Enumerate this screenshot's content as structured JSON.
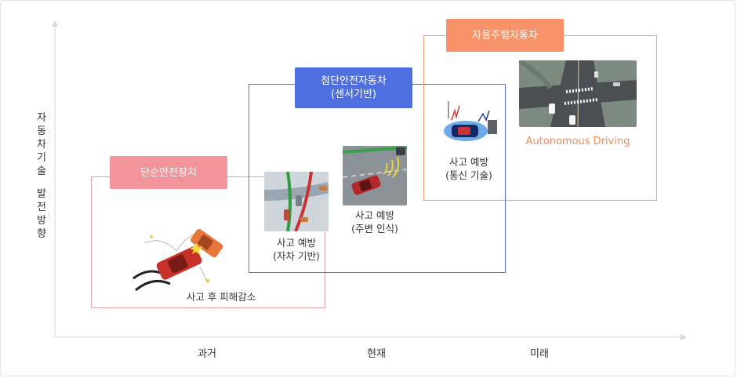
{
  "y_axis": {
    "label_top": [
      "자",
      "동",
      "차",
      "기",
      "술"
    ],
    "label_bottom": [
      "발",
      "전",
      "방",
      "향"
    ]
  },
  "x_axis": {
    "labels": [
      "과거",
      "현재",
      "미래"
    ]
  },
  "stages": [
    {
      "title": "단순안전장치",
      "color": "#f3949b",
      "items": [
        {
          "caption": "사고 후 피해감소"
        }
      ]
    },
    {
      "title_line1": "첨단안전자동차",
      "title_line2": "(센서기반)",
      "color": "#4e6fe0",
      "items": [
        {
          "caption_line1": "사고 예방",
          "caption_line2": "(자차 기반)"
        },
        {
          "caption_line1": "사고 예방",
          "caption_line2": "(주변 인식)"
        }
      ]
    },
    {
      "title": "자율주행자동차",
      "color": "#f7936b",
      "items": [
        {
          "caption_line1": "사고 예방",
          "caption_line2": "(통신 기술)"
        },
        {
          "caption": "Autonomous Driving",
          "caption_color": "#f08a5d"
        }
      ]
    }
  ],
  "colors": {
    "axis": "#d8d8d8",
    "stage1_border": "#e7a0a4",
    "stage2_border": "#5b6fd4",
    "stage3_border": "#f0a17e"
  }
}
